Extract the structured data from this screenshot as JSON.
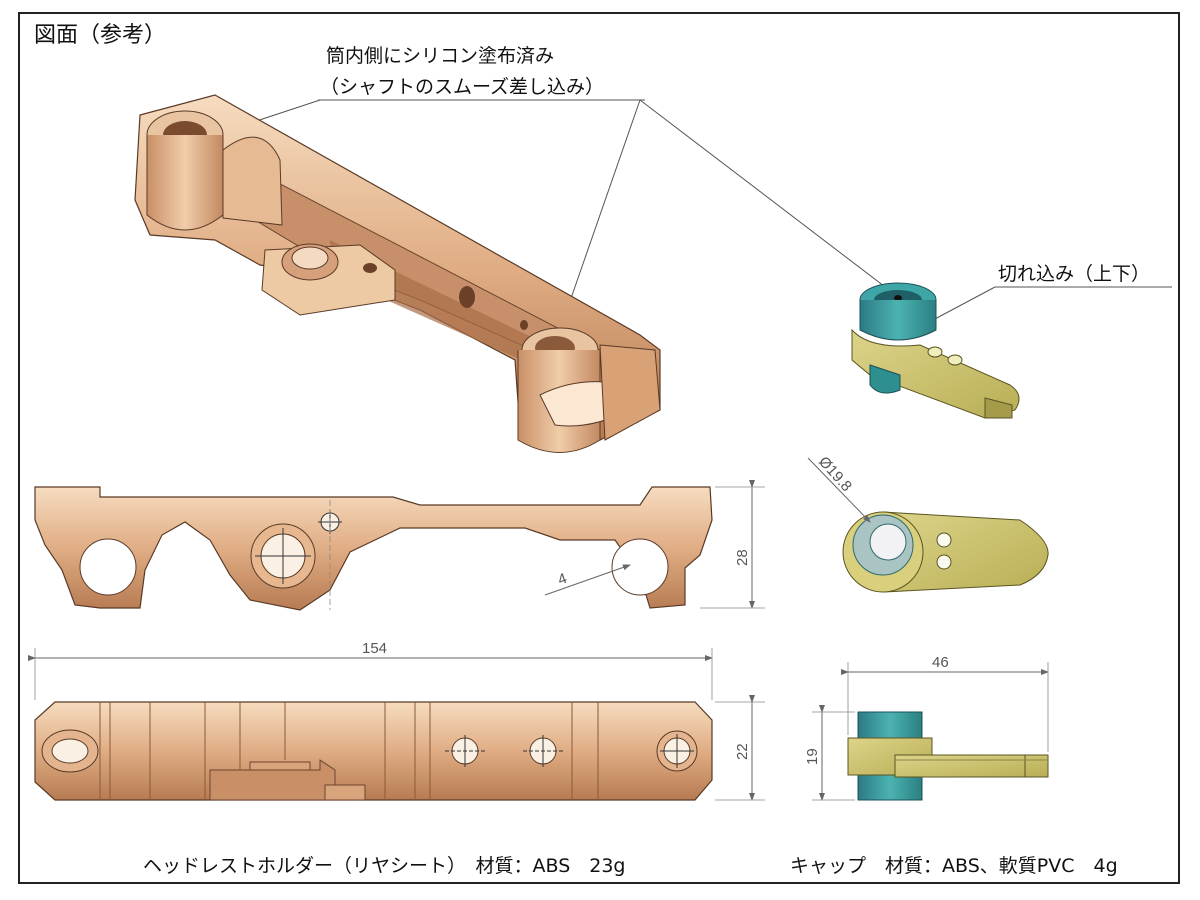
{
  "title": "図面（参考）",
  "callouts": {
    "silicone_line1": "筒内側にシリコン塗布済み",
    "silicone_line2": "（シャフトのスムーズ差し込み）",
    "notch": "切れ込み（上下）"
  },
  "dimensions": {
    "height_28": "28",
    "width_154": "154",
    "height_22": "22",
    "slot_4": "4",
    "diameter_19_8": "Ø19.8",
    "width_46": "46",
    "height_19": "19"
  },
  "captions": {
    "holder": "ヘッドレストホルダー（リヤシート）　材質：ABS　23g",
    "cap": "キャップ　材質：ABS、軟質PVC　4g"
  },
  "colors": {
    "bronze_light": "#f2d3b4",
    "bronze_mid": "#d9a176",
    "bronze_dark": "#8a5a3a",
    "cap_teal": "#2e8f8f",
    "cap_olive": "#c9c168"
  }
}
